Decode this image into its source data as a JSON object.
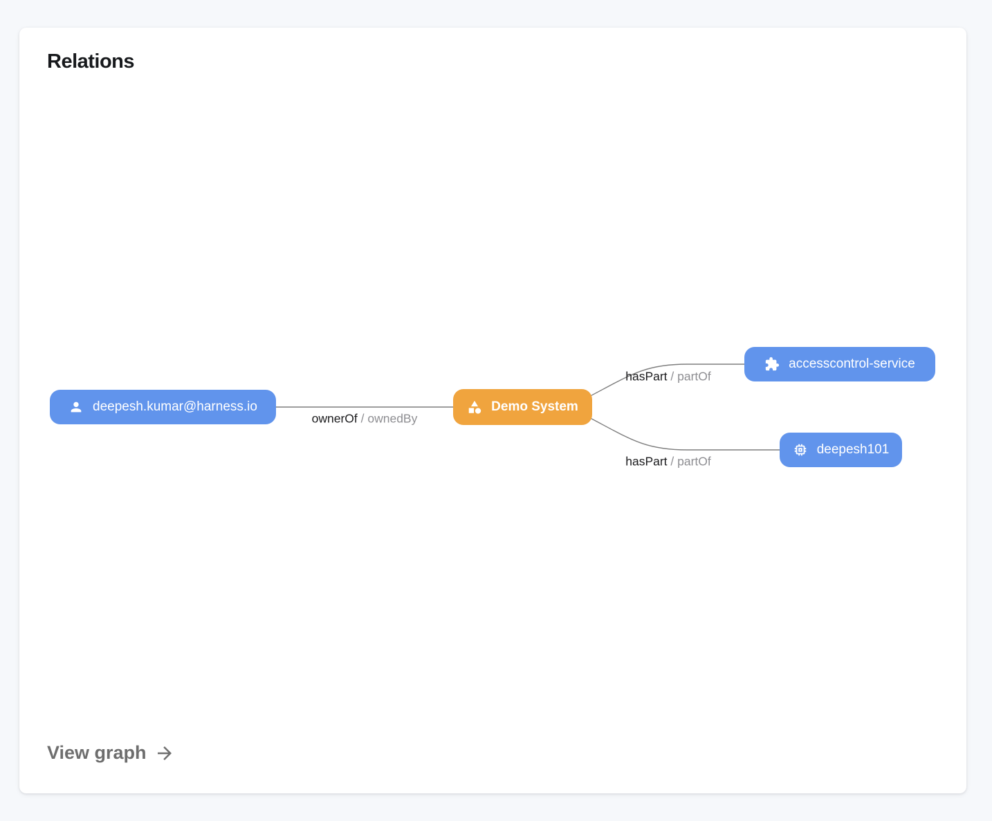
{
  "card": {
    "title": "Relations",
    "footer_link_label": "View graph"
  },
  "colors": {
    "page_bg": "#f6f8fb",
    "card_bg": "#ffffff",
    "node_blue": "#6194ec",
    "node_orange": "#f0a43e",
    "node_text": "#ffffff",
    "edge_line": "#7d7d7d",
    "edge_label_primary": "#1b1b1d",
    "edge_label_secondary": "#8e8e92",
    "footer_text": "#6e6e6e"
  },
  "graph": {
    "nodes": [
      {
        "id": "user",
        "label": "deepesh.kumar@harness.io",
        "icon": "person-icon",
        "color": "#6194ec"
      },
      {
        "id": "system",
        "label": "Demo System",
        "icon": "category-icon",
        "color": "#f0a43e"
      },
      {
        "id": "service",
        "label": "accesscontrol-service",
        "icon": "puzzle-icon",
        "color": "#6194ec"
      },
      {
        "id": "component",
        "label": "deepesh101",
        "icon": "chip-icon",
        "color": "#6194ec"
      }
    ],
    "edges": [
      {
        "from": "user",
        "to": "system",
        "label_primary": "ownerOf",
        "label_secondary": " / ownedBy"
      },
      {
        "from": "system",
        "to": "service",
        "label_primary": "hasPart",
        "label_secondary": " / partOf"
      },
      {
        "from": "system",
        "to": "component",
        "label_primary": "hasPart",
        "label_secondary": " / partOf"
      }
    ]
  }
}
